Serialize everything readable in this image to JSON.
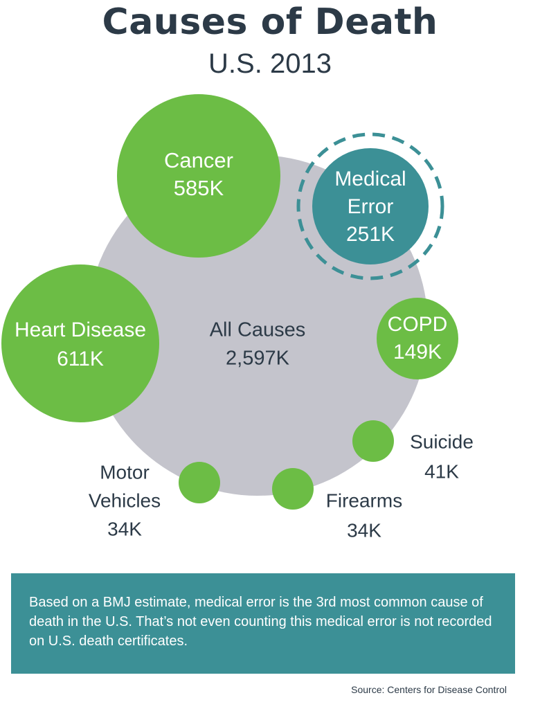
{
  "header": {
    "title": "Causes of Death",
    "subtitle": "U.S. 2013"
  },
  "colors": {
    "background": "#ffffff",
    "title": "#2c3a47",
    "all_causes": "#c4c4cc",
    "cause": "#6cbd45",
    "highlight": "#3c9096",
    "label_dark": "#2c3a47",
    "label_light": "#ffffff"
  },
  "chart_data": {
    "type": "bubble",
    "unit": "K",
    "total": {
      "label": [
        "All Causes"
      ],
      "value_label": "2,597K",
      "value": 2597
    },
    "items": [
      {
        "id": "cancer",
        "label": [
          "Cancer"
        ],
        "value_label": "585K",
        "value": 585,
        "highlight": false
      },
      {
        "id": "medical-error",
        "label": [
          "Medical",
          "Error"
        ],
        "value_label": "251K",
        "value": 251,
        "highlight": true
      },
      {
        "id": "heart-disease",
        "label": [
          "Heart Disease"
        ],
        "value_label": "611K",
        "value": 611,
        "highlight": false
      },
      {
        "id": "copd",
        "label": [
          "COPD"
        ],
        "value_label": "149K",
        "value": 149,
        "highlight": false
      },
      {
        "id": "suicide",
        "label": [
          "Suicide"
        ],
        "value_label": "41K",
        "value": 41,
        "highlight": false
      },
      {
        "id": "firearms",
        "label": [
          "Firearms"
        ],
        "value_label": "34K",
        "value": 34,
        "highlight": false
      },
      {
        "id": "motor-vehicles",
        "label": [
          "Motor",
          "Vehicles"
        ],
        "value_label": "34K",
        "value": 34,
        "highlight": false
      }
    ]
  },
  "note": {
    "text": "Based on a BMJ estimate, medical error is the 3rd most common cause of death in the U.S. That’s not even counting this medical error is not recorded on U.S. death certificates."
  },
  "source": "Source: Centers for Disease Control"
}
